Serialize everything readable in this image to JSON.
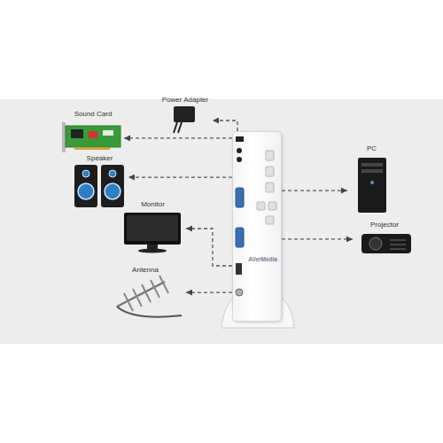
{
  "diagram": {
    "nodes": [
      {
        "text": [
          "Sound Card"
        ]
      },
      {
        "text": [
          "Power Adapter"
        ]
      },
      {
        "text": [
          "Speaker"
        ]
      },
      {
        "text": [
          "PC"
        ]
      },
      {
        "text": [
          "AVerMedia"
        ]
      },
      {
        "text": [
          "Monitor"
        ]
      },
      {
        "text": [
          "Projector"
        ]
      },
      {
        "text": [
          "Antenna"
        ]
      }
    ],
    "edges": [
      {
        "from": 4,
        "to": 0,
        "arrow": "to"
      },
      {
        "from": 4,
        "to": 1,
        "arrow": "to"
      },
      {
        "from": 4,
        "to": 2,
        "arrow": "to"
      },
      {
        "from": 4,
        "to": 3,
        "arrow": "to"
      },
      {
        "from": 4,
        "to": 5,
        "arrow": "to"
      },
      {
        "from": 4,
        "to": 6,
        "arrow": "to"
      },
      {
        "from": 4,
        "to": 7,
        "arrow": "to"
      }
    ]
  }
}
